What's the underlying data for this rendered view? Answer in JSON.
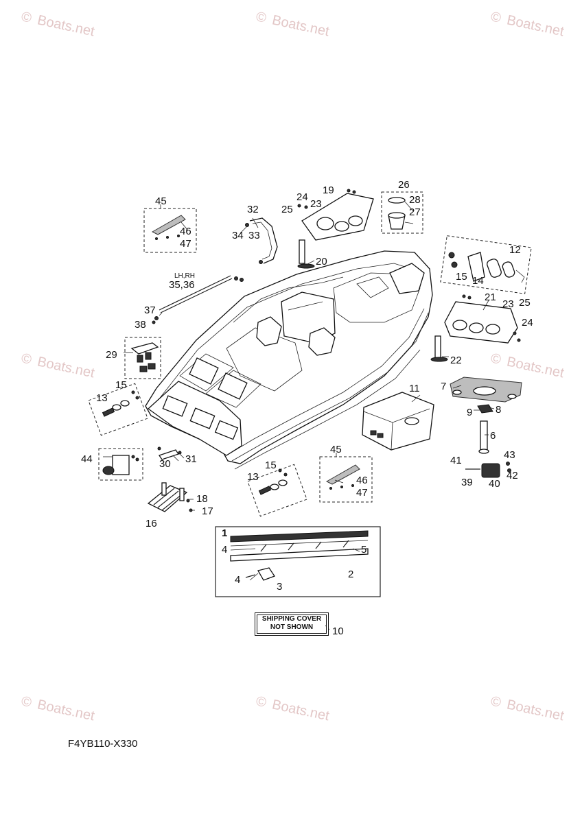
{
  "watermark": {
    "text": "Boats.net",
    "symbol": "©"
  },
  "diagram_code": "F4YB110-X330",
  "shipping_cover": {
    "line1": "SHIPPING COVER",
    "line2": "NOT SHOWN",
    "callout": "10"
  },
  "side_note": "LH,RH",
  "callouts": {
    "c1": "1",
    "c2": "2",
    "c3": "3",
    "c4a": "4",
    "c4b": "4",
    "c5": "5",
    "c6": "6",
    "c7": "7",
    "c8": "8",
    "c9": "9",
    "c11": "11",
    "c12": "12",
    "c13a": "13",
    "c13b": "13",
    "c14": "14",
    "c15a": "15",
    "c15b": "15",
    "c15c": "15",
    "c16": "16",
    "c17": "17",
    "c18": "18",
    "c19": "19",
    "c20": "20",
    "c21": "21",
    "c22": "22",
    "c23a": "23",
    "c23b": "23",
    "c24a": "24",
    "c24b": "24",
    "c25a": "25",
    "c25b": "25",
    "c26": "26",
    "c27": "27",
    "c28": "28",
    "c29": "29",
    "c30": "30",
    "c31": "31",
    "c32": "32",
    "c33": "33",
    "c34": "34",
    "c3536": "35,36",
    "c37": "37",
    "c38": "38",
    "c39": "39",
    "c40": "40",
    "c41": "41",
    "c42": "42",
    "c43": "43",
    "c44": "44",
    "c45a": "45",
    "c45b": "45",
    "c46a": "46",
    "c46b": "46",
    "c47a": "47",
    "c47b": "47"
  }
}
